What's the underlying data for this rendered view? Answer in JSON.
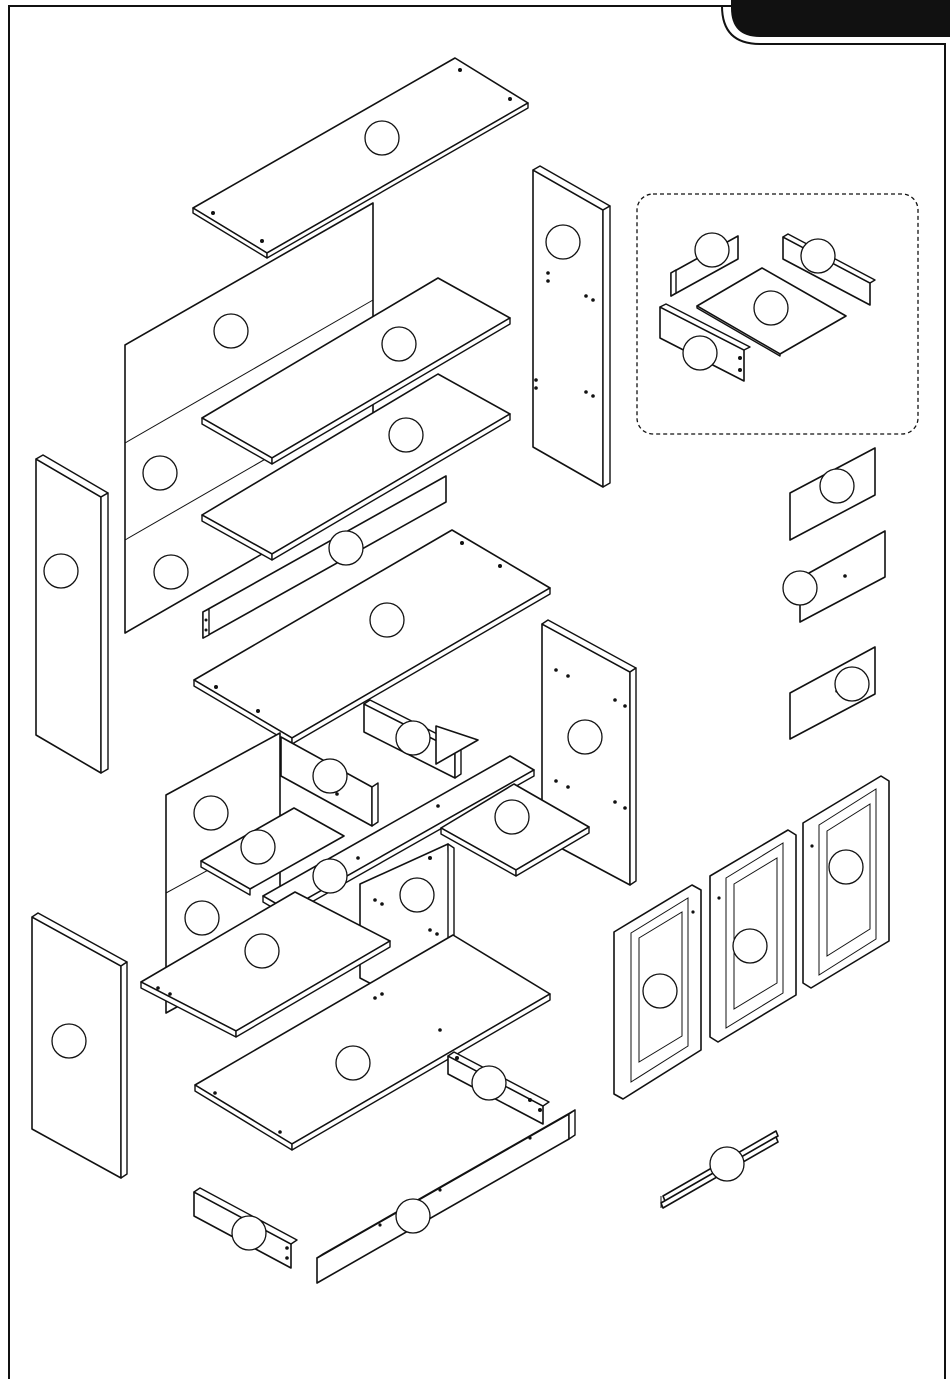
{
  "page": {
    "frame_color": "#111111",
    "tab_color": "#111111",
    "background": "#ffffff"
  },
  "parts": [
    {
      "id": "top-panel"
    },
    {
      "id": "back-panel-upper"
    },
    {
      "id": "upper-shelf-1"
    },
    {
      "id": "upper-shelf-2"
    },
    {
      "id": "upper-divider-left-a"
    },
    {
      "id": "upper-divider-left-b"
    },
    {
      "id": "upper-rail"
    },
    {
      "id": "middle-top-panel"
    },
    {
      "id": "right-side-panel-upper"
    },
    {
      "id": "left-side-panel-upper"
    },
    {
      "id": "drawer-front-left"
    },
    {
      "id": "drawer-back"
    },
    {
      "id": "drawer-bottom"
    },
    {
      "id": "drawer-side"
    },
    {
      "id": "drawer-face-1"
    },
    {
      "id": "drawer-face-2"
    },
    {
      "id": "drawer-face-3"
    },
    {
      "id": "center-divider-upper"
    },
    {
      "id": "center-divider-lower"
    },
    {
      "id": "right-side-panel-lower"
    },
    {
      "id": "back-panel-lower-a"
    },
    {
      "id": "back-panel-lower-b"
    },
    {
      "id": "left-inner-shelf"
    },
    {
      "id": "center-rail"
    },
    {
      "id": "right-inner-shelf"
    },
    {
      "id": "center-vertical-panel"
    },
    {
      "id": "lower-back-panel"
    },
    {
      "id": "lower-shelf"
    },
    {
      "id": "left-side-panel-lower"
    },
    {
      "id": "bottom-panel"
    },
    {
      "id": "base-support-right"
    },
    {
      "id": "base-support-left"
    },
    {
      "id": "plinth"
    },
    {
      "id": "door-left"
    },
    {
      "id": "door-middle"
    },
    {
      "id": "door-right"
    },
    {
      "id": "drawer-runner"
    }
  ]
}
